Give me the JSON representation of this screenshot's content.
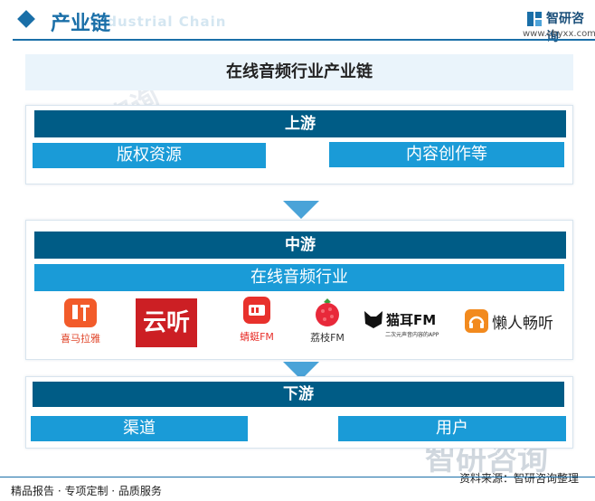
{
  "header": {
    "title": "产业链",
    "subtitle": "Industrial Chain",
    "brand_name": "智研咨询",
    "brand_url": "www.chyxx.com"
  },
  "chain": {
    "title": "在线音频行业产业链",
    "upstream": {
      "label": "上游",
      "items": [
        "版权资源",
        "内容创作等"
      ]
    },
    "midstream": {
      "label": "中游",
      "items": [
        "在线音频行业"
      ],
      "logos": [
        {
          "name": "ximalaya-logo",
          "caption": "喜马拉雅"
        },
        {
          "name": "yunting-logo",
          "caption": "云听"
        },
        {
          "name": "qingting-logo",
          "caption": "蜻蜓FM"
        },
        {
          "name": "lizhi-logo",
          "caption": "荔枝FM"
        },
        {
          "name": "maoer-logo",
          "caption": "猫耳FM",
          "tagline": "二次元声音内容的APP"
        },
        {
          "name": "lanren-logo",
          "caption": "懒人畅听"
        }
      ]
    },
    "downstream": {
      "label": "下游",
      "items": [
        "渠道",
        "用户"
      ]
    }
  },
  "footer": {
    "left": "精品报告 · 专项定制 · 品质服务",
    "source": "资料来源：智研咨询整理",
    "watermark": "智研咨询"
  },
  "colors": {
    "stage_bar": "#005c86",
    "item_bar": "#1a9bd7",
    "title_bg": "#eaf4fb",
    "accent": "#1a6fa8"
  }
}
